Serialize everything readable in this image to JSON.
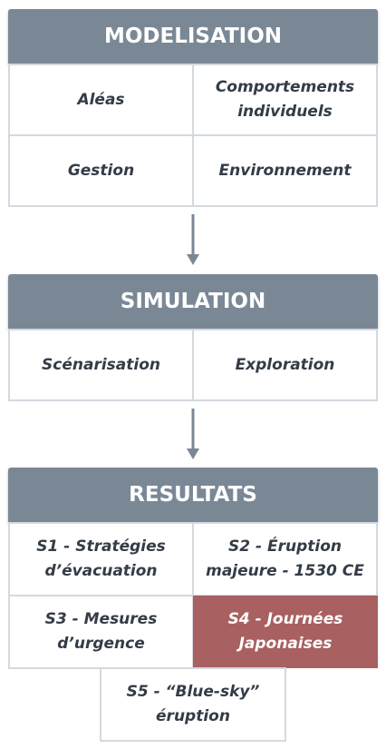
{
  "modelisation": {
    "title": "MODELISATION",
    "items": [
      "Aléas",
      "Comportements individuels",
      "Gestion",
      "Environnement"
    ]
  },
  "simulation": {
    "title": "SIMULATION",
    "items": [
      "Scénarisation",
      "Exploration"
    ]
  },
  "resultats": {
    "title": "RESULTATS",
    "items": [
      "S1 - Stratégies d’évacuation",
      "S2 - Éruption majeure - 1530 CE",
      "S3 - Mesures d’urgence",
      "S4 - Journées Japonaises",
      "S5 - “Blue-sky” éruption"
    ]
  },
  "colors": {
    "header": "#7a8896",
    "highlight": "#a96060",
    "border": "#d3d9df",
    "text": "#333c47"
  }
}
